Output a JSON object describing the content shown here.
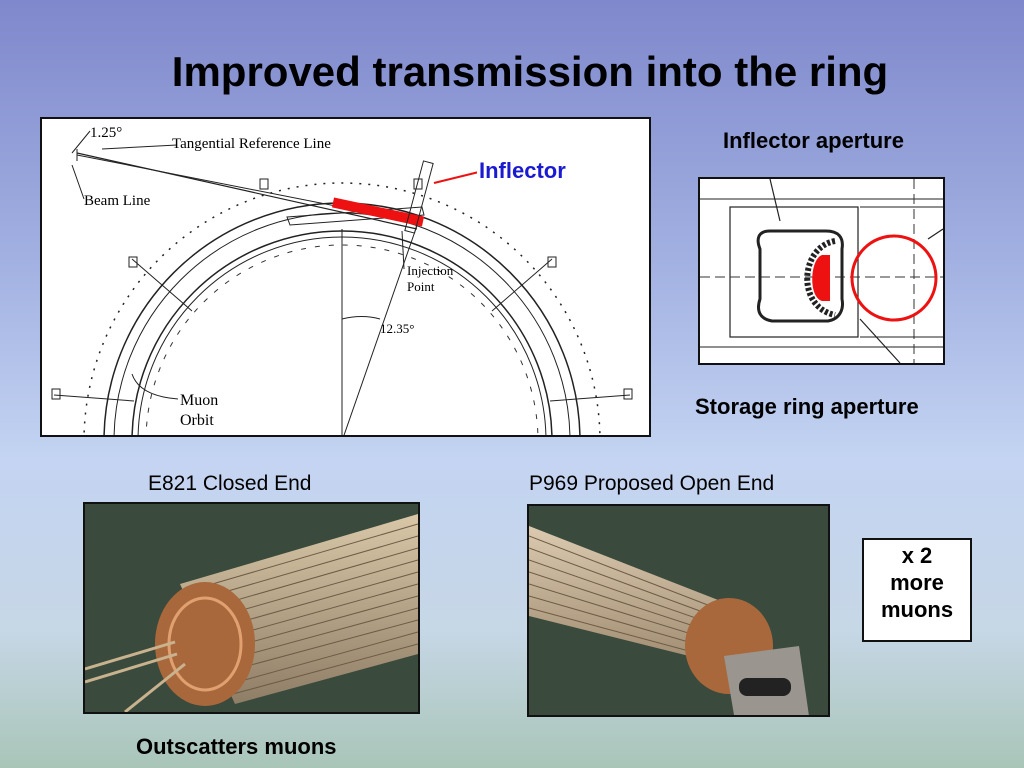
{
  "slide": {
    "title": "Improved transmission into the ring"
  },
  "diagram": {
    "inflector_label": "Inflector",
    "angle_top": "1.25°",
    "tangential_reference_line": "Tangential Reference Line",
    "beam_line": "Beam Line",
    "injection_point": [
      "Injection",
      "Point"
    ],
    "angle_mid": "12.35°",
    "muon_orbit": [
      "Muon",
      "Orbit"
    ]
  },
  "aperture": {
    "inflector_aperture_label": "Inflector aperture",
    "storage_ring_aperture_label": "Storage ring aperture"
  },
  "photos": {
    "left_caption": "E821 Closed End",
    "right_caption": "P969 Proposed Open End",
    "left_note": "Outscatters muons"
  },
  "callout": {
    "lines": [
      "x 2",
      "more",
      "muons"
    ]
  },
  "colors": {
    "inflector_red": "#ee1111",
    "inflector_label_blue": "#1a1ad0"
  }
}
